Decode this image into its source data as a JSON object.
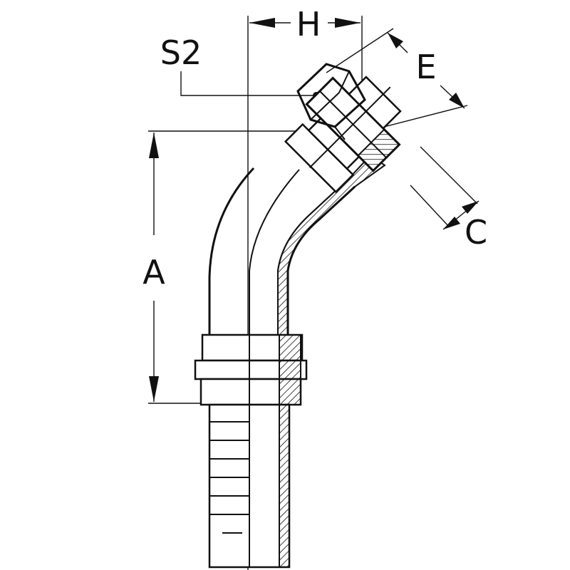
{
  "diagram": {
    "labels": {
      "H": "H",
      "S2": "S2",
      "E": "E",
      "A": "A",
      "C": "C"
    },
    "colors": {
      "line": "#111111",
      "background": "#ffffff"
    }
  }
}
